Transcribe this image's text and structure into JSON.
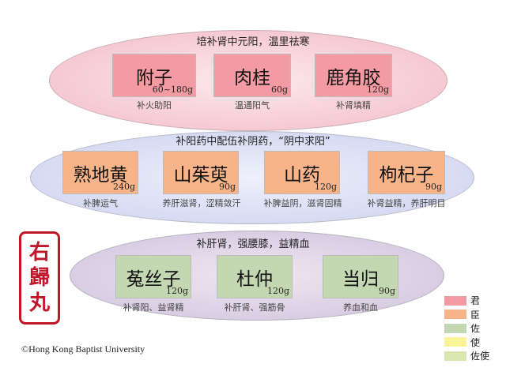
{
  "rows": [
    {
      "title": "培补肾中元阳，温里祛寒",
      "herbs": [
        {
          "name": "附子",
          "dose": "60~180g",
          "role": "君",
          "note": "补火助阳"
        },
        {
          "name": "肉桂",
          "dose": "60g",
          "role": "君",
          "note": "温通阳气"
        },
        {
          "name": "鹿角胶",
          "dose": "120g",
          "role": "君",
          "note": "补肾填精"
        }
      ]
    },
    {
      "title": "补阳药中配伍补阴药，“阴中求阳”",
      "herbs": [
        {
          "name": "熟地黄",
          "dose": "240g",
          "role": "臣",
          "note": "补脾运气"
        },
        {
          "name": "山茱萸",
          "dose": "90g",
          "role": "臣",
          "note": "养肝滋肾，涩精敛汗"
        },
        {
          "name": "山药",
          "dose": "120g",
          "role": "臣",
          "note": "补脾益阴，滋肾固精"
        },
        {
          "name": "枸杞子",
          "dose": "90g",
          "role": "臣",
          "note": "补肾益精，养肝明目"
        }
      ]
    },
    {
      "title": "补肝肾，强腰膝，益精血",
      "herbs": [
        {
          "name": "菟丝子",
          "dose": "120g",
          "role": "佐",
          "note": "补肾阳、益肾精"
        },
        {
          "name": "杜仲",
          "dose": "120g",
          "role": "佐",
          "note": "补肝肾、强筋骨"
        },
        {
          "name": "当归",
          "dose": "90g",
          "role": "佐",
          "note": "养血和血"
        }
      ]
    }
  ],
  "seal": {
    "chars": [
      "右",
      "歸",
      "丸"
    ]
  },
  "copyright": "©Hong Kong Baptist University",
  "legend": [
    {
      "label": "君",
      "color": "#f49aa2"
    },
    {
      "label": "臣",
      "color": "#f6b488"
    },
    {
      "label": "佐",
      "color": "#c3d8b2"
    },
    {
      "label": "使",
      "color": "#fbf59a"
    },
    {
      "label": "佐使",
      "color": "#d9e6b0"
    }
  ]
}
